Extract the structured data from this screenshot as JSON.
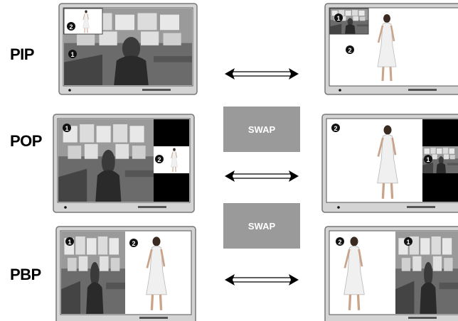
{
  "modes": [
    {
      "label": "PIP"
    },
    {
      "label": "POP"
    },
    {
      "label": "PBP"
    }
  ],
  "swap_buttons": [
    {
      "label": "SWAP"
    },
    {
      "label": "SWAP"
    }
  ],
  "window_markers": {
    "one": "1",
    "two": "2"
  },
  "icons": [
    "double-arrow-icon",
    "monitor-icon",
    "woman-figure-icon",
    "office-scene-icon"
  ],
  "colors": {
    "swap_bg": "#9a9a9a",
    "bezel": "#cfcfcf",
    "black_panel": "#000000"
  }
}
